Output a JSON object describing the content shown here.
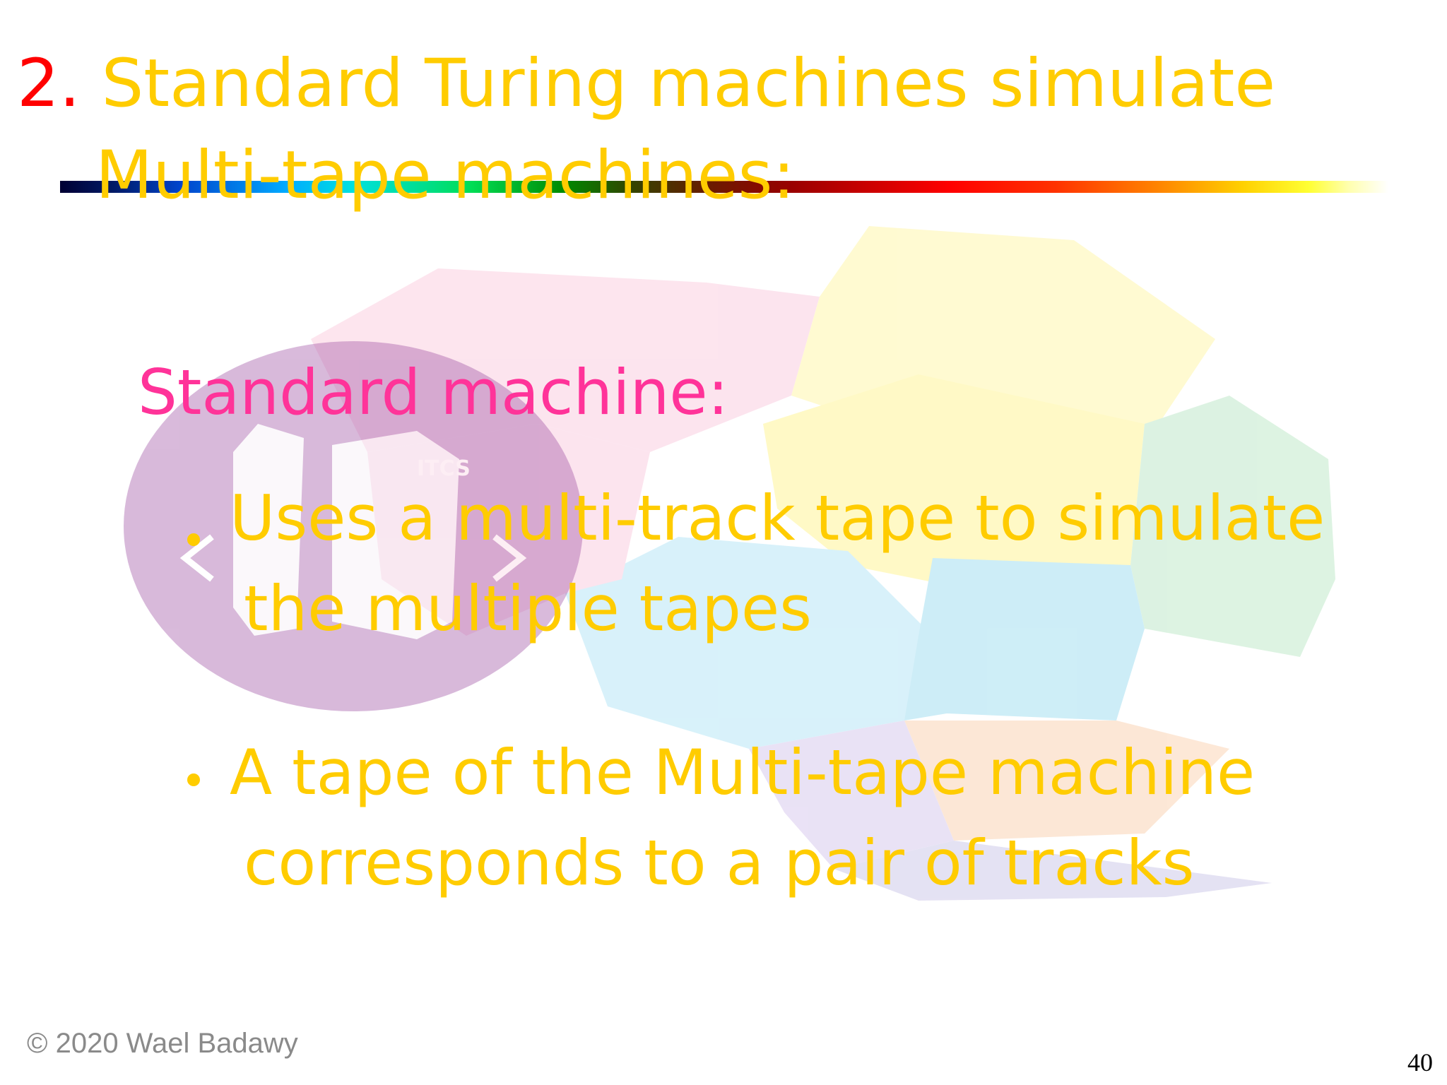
{
  "slide": {
    "title": {
      "number": "2.",
      "line1": "Standard Turing machines  simulate",
      "line2": "Multi-tape machines:"
    },
    "subheading": "Standard machine:",
    "bullets": [
      {
        "line1": "Uses a multi-track tape to simulate",
        "line2": "the multiple tapes"
      },
      {
        "line1": "A tape of the Multi-tape machine",
        "line2": "corresponds to a pair of tracks"
      }
    ],
    "watermark": {
      "label": "ITCS"
    },
    "footer": "© 2020 Wael Badawy",
    "page_number": "40"
  },
  "colors": {
    "title_text": "#ffcc00",
    "title_number": "#ff0000",
    "subheading_text": "#ff3399",
    "bullet_text": "#ffcc00",
    "footer_text": "#8a8a8a"
  }
}
